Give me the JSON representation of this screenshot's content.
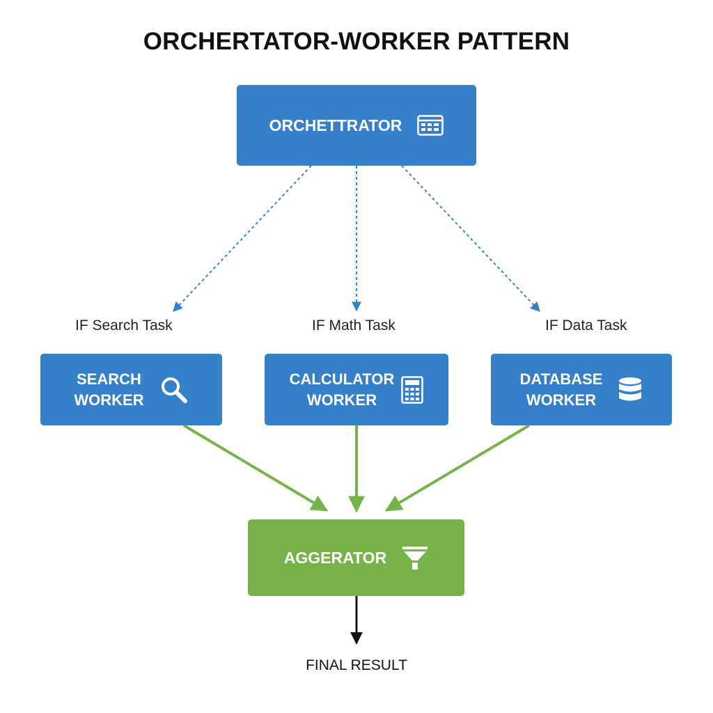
{
  "title": "ORCHERTATOR-WORKER PATTERN",
  "orchestrator": {
    "label": "ORCHETTRATOR",
    "icon": "dashboard-window-icon"
  },
  "conditions": [
    {
      "label": "IF Search Task"
    },
    {
      "label": "IF Math Task"
    },
    {
      "label": "IF Data Task"
    }
  ],
  "workers": [
    {
      "line1": "SEARCH",
      "line2": "WORKER",
      "icon": "magnifier-icon"
    },
    {
      "line1": "CALCULATOR",
      "line2": "WORKER",
      "icon": "calculator-icon"
    },
    {
      "line1": "DATABASE",
      "line2": "WORKER",
      "icon": "database-icon"
    }
  ],
  "aggregator": {
    "label": "AGGERATOR",
    "icon": "funnel-icon"
  },
  "final_result": "FINAL RESULT",
  "colors": {
    "worker_box": "#3580c9",
    "aggregator_box": "#77b24a",
    "dashed_arrow": "#3580c9",
    "solid_arrow": "#77b24a",
    "final_arrow": "#111111"
  }
}
